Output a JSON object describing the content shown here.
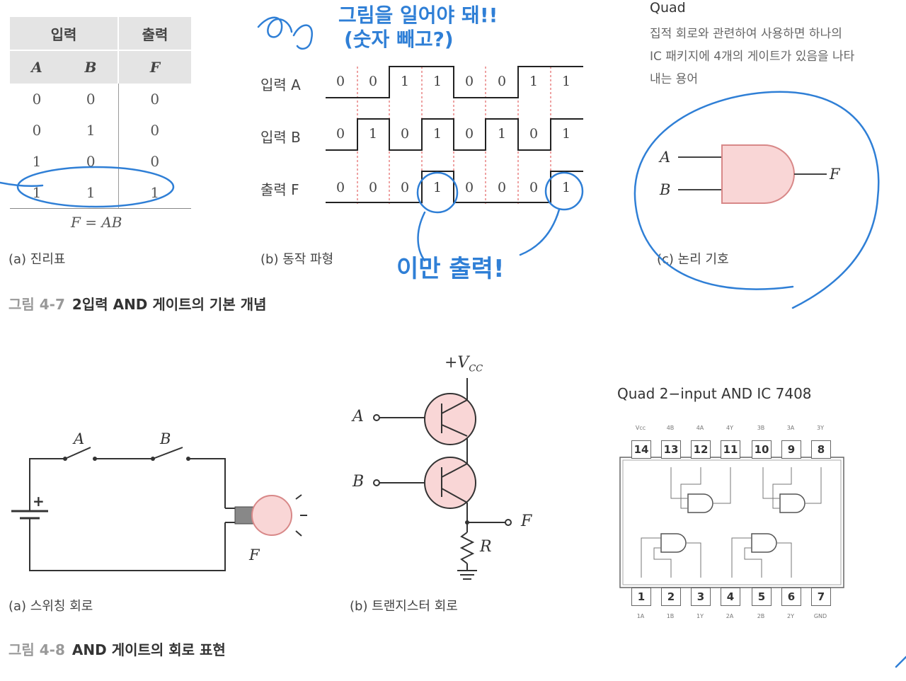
{
  "truth_table": {
    "group_headers": [
      "입력",
      "출력"
    ],
    "var_headers": [
      "A",
      "B",
      "F"
    ],
    "rows": [
      [
        "0",
        "0",
        "0"
      ],
      [
        "0",
        "1",
        "0"
      ],
      [
        "1",
        "0",
        "0"
      ],
      [
        "1",
        "1",
        "1"
      ]
    ],
    "equation": "F = AB",
    "caption": "(a) 진리표"
  },
  "waveform": {
    "labels": [
      "입력 A",
      "입력 B",
      "출력 F"
    ],
    "a_values": [
      "0",
      "0",
      "1",
      "1",
      "0",
      "0",
      "1",
      "1"
    ],
    "b_values": [
      "0",
      "1",
      "0",
      "1",
      "0",
      "1",
      "0",
      "1"
    ],
    "f_values": [
      "0",
      "0",
      "0",
      "1",
      "0",
      "0",
      "0",
      "1"
    ],
    "caption": "(b) 동작 파형"
  },
  "logic_symbol": {
    "in_a": "A",
    "in_b": "B",
    "out": "F",
    "caption": "(c) 논리 기호"
  },
  "quad_note": {
    "title": "Quad",
    "description": "집적 회로와 관련하여 사용하면 하나의 IC 패키지에 4개의 게이트가 있음을 나타내는 용어"
  },
  "figure_4_7": {
    "number": "그림 4-7",
    "title": "2입력 AND 게이트의 기본 개념"
  },
  "switch_circuit": {
    "switch_a": "A",
    "switch_b": "B",
    "lamp": "F",
    "plus": "+",
    "caption": "(a) 스위칭 회로"
  },
  "transistor_circuit": {
    "vcc": "+V",
    "vcc_sub": "CC",
    "in_a": "A",
    "in_b": "B",
    "out": "F",
    "resistor": "R",
    "caption": "(b) 트랜지스터 회로"
  },
  "ic": {
    "title": "Quad 2−input AND IC 7408",
    "top_pins": [
      "14",
      "13",
      "12",
      "11",
      "10",
      "9",
      "8"
    ],
    "top_labels": [
      "Vcc",
      "4B",
      "4A",
      "4Y",
      "3B",
      "3A",
      "3Y"
    ],
    "bottom_pins": [
      "1",
      "2",
      "3",
      "4",
      "5",
      "6",
      "7"
    ],
    "bottom_labels": [
      "1A",
      "1B",
      "1Y",
      "2A",
      "2B",
      "2Y",
      "GND"
    ]
  },
  "figure_4_8": {
    "number": "그림 4-8",
    "title": "AND 게이트의 회로 표현"
  },
  "handwriting": {
    "top": "그림을 일어야 돼!!",
    "top2": "(숫자 빼고?)",
    "note": "이만 출력!"
  },
  "colors": {
    "annotation": "#2f7fd6",
    "gate_fill": "#f9d6d6",
    "gate_stroke": "#d88888"
  }
}
